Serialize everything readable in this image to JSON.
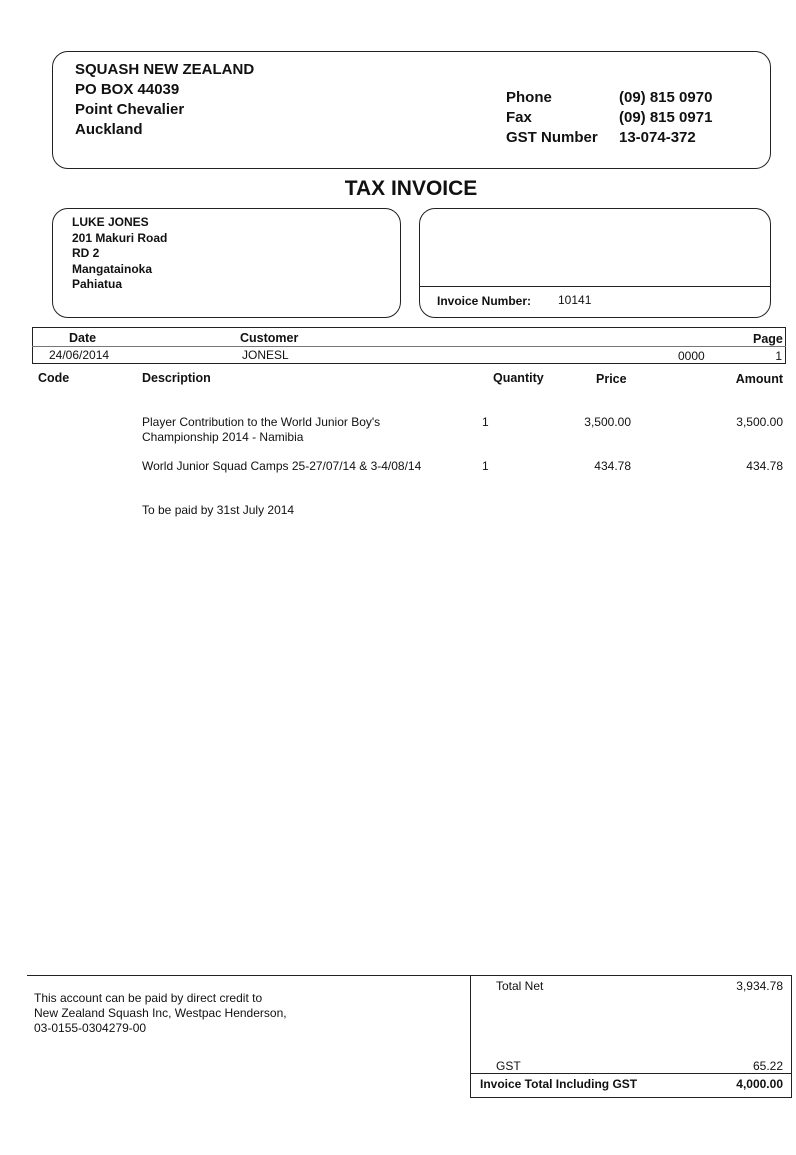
{
  "company": {
    "name": "SQUASH NEW ZEALAND",
    "address_lines": [
      "PO BOX 44039",
      "Point Chevalier",
      "Auckland"
    ]
  },
  "contact": {
    "phone_label": "Phone",
    "phone_value": "(09) 815 0970",
    "fax_label": "Fax",
    "fax_value": "(09) 815 0971",
    "gst_label": "GST Number",
    "gst_value": "13-074-372"
  },
  "title": "TAX INVOICE",
  "customer_address": [
    "LUKE JONES",
    "201 Makuri Road",
    "RD 2",
    "Mangatainoka",
    "Pahiatua"
  ],
  "invoice_number": {
    "label": "Invoice Number:",
    "value": "10141"
  },
  "info_row": {
    "date_label": "Date",
    "date_value": "24/06/2014",
    "customer_label": "Customer",
    "customer_value": "JONESL",
    "page_label": "Page",
    "page_code": "0000",
    "page_value": "1"
  },
  "columns": {
    "code": "Code",
    "description": "Description",
    "quantity": "Quantity",
    "price": "Price",
    "amount": "Amount"
  },
  "items": [
    {
      "description": [
        "Player Contribution to the World Junior Boy's",
        "Championship 2014 - Namibia"
      ],
      "quantity": "1",
      "price": "3,500.00",
      "amount": "3,500.00"
    },
    {
      "description": [
        "World Junior Squad Camps 25-27/07/14 & 3-4/08/14"
      ],
      "quantity": "1",
      "price": "434.78",
      "amount": "434.78"
    }
  ],
  "note": "To be paid by 31st July 2014",
  "payment_info": [
    "This account can be paid by direct credit to",
    "New Zealand Squash Inc, Westpac Henderson,",
    "03-0155-0304279-00"
  ],
  "totals": {
    "net_label": "Total Net",
    "net_value": "3,934.78",
    "gst_label": "GST",
    "gst_value": "65.22",
    "total_label": "Invoice Total Including GST",
    "total_value": "4,000.00"
  }
}
